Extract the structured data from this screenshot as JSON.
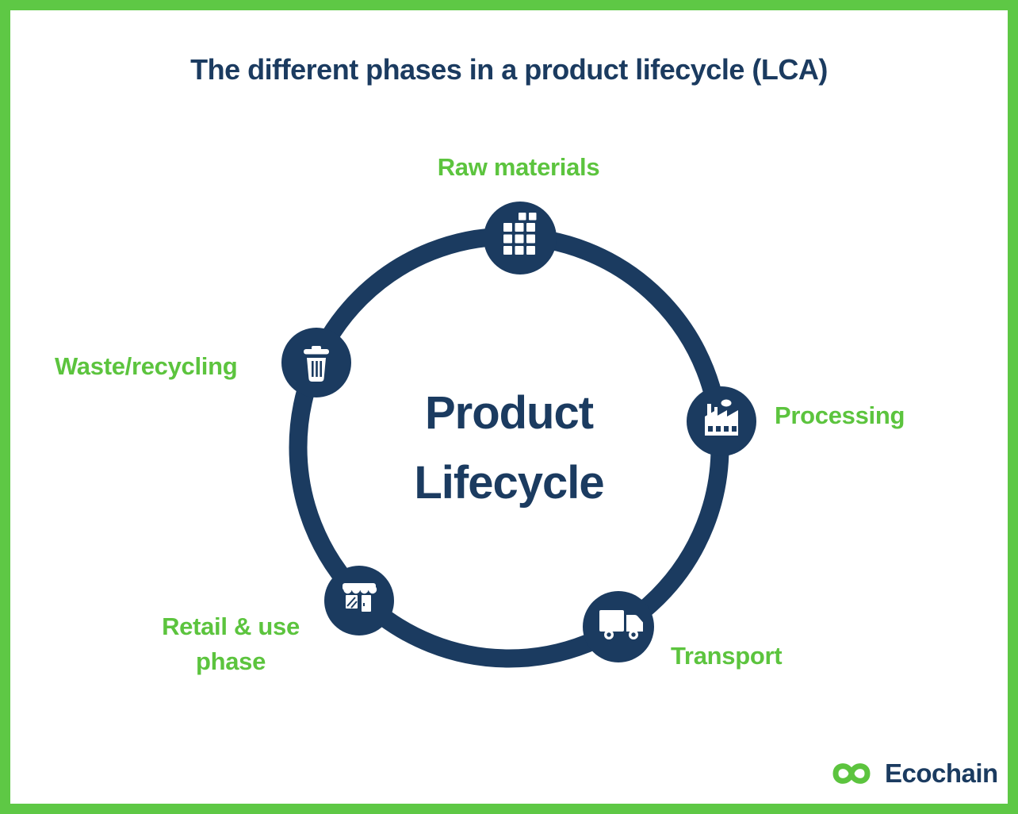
{
  "page": {
    "title": "The different phases in a product lifecycle (LCA)"
  },
  "diagram": {
    "type": "cycle-diagram",
    "center_title_line1": "Product",
    "center_title_line2": "Lifecycle",
    "phases": [
      {
        "label": "Raw materials",
        "icon": "raw-materials-blocks-icon",
        "position": "top"
      },
      {
        "label": "Processing",
        "icon": "factory-icon",
        "position": "right"
      },
      {
        "label": "Transport",
        "icon": "truck-icon",
        "position": "bottom-right"
      },
      {
        "label": "Retail & use phase",
        "icon": "storefront-icon",
        "position": "bottom-left"
      },
      {
        "label": "Waste/recycling",
        "icon": "trash-can-icon",
        "position": "left"
      }
    ]
  },
  "branding": {
    "logo_text": "Ecochain",
    "logo_icon": "infinity-chain-icon"
  },
  "colors": {
    "navy": "#1b3b60",
    "label_green": "#5cc43e",
    "border_green": "#5ec845",
    "background": "#ffffff"
  }
}
